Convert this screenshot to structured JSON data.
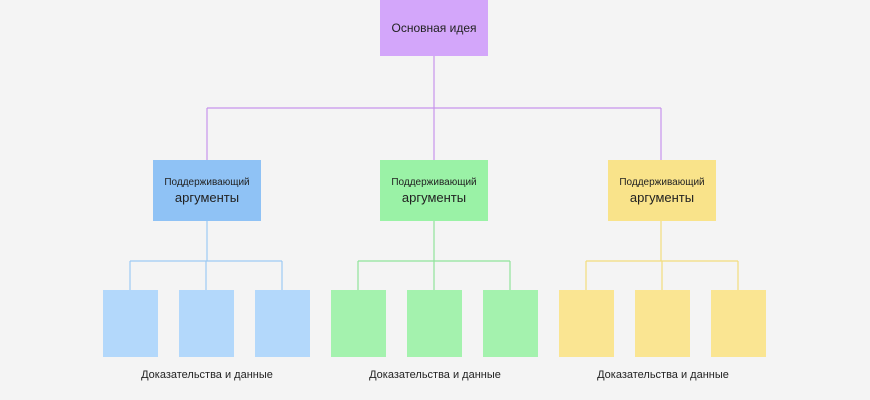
{
  "root": {
    "label": "Основная идея",
    "color": "#d3a6fa"
  },
  "branches": [
    {
      "line1": "Поддерживающий",
      "line2": "аргументы",
      "color": "#8fc2f5",
      "leaf_color": "#b3d8fb",
      "line_color": "#9dcaf3",
      "caption": "Доказательства и данные"
    },
    {
      "line1": "Поддерживающий",
      "line2": "аргументы",
      "color": "#9af2a6",
      "leaf_color": "#a4f2ae",
      "line_color": "#8fe39a",
      "caption": "Доказательства и данные"
    },
    {
      "line1": "Поддерживающий",
      "line2": "аргументы",
      "color": "#f9e38a",
      "leaf_color": "#fae592",
      "line_color": "#f2dc7c",
      "caption": "Доказательства и данные"
    }
  ],
  "connector_color": "#c794ec"
}
